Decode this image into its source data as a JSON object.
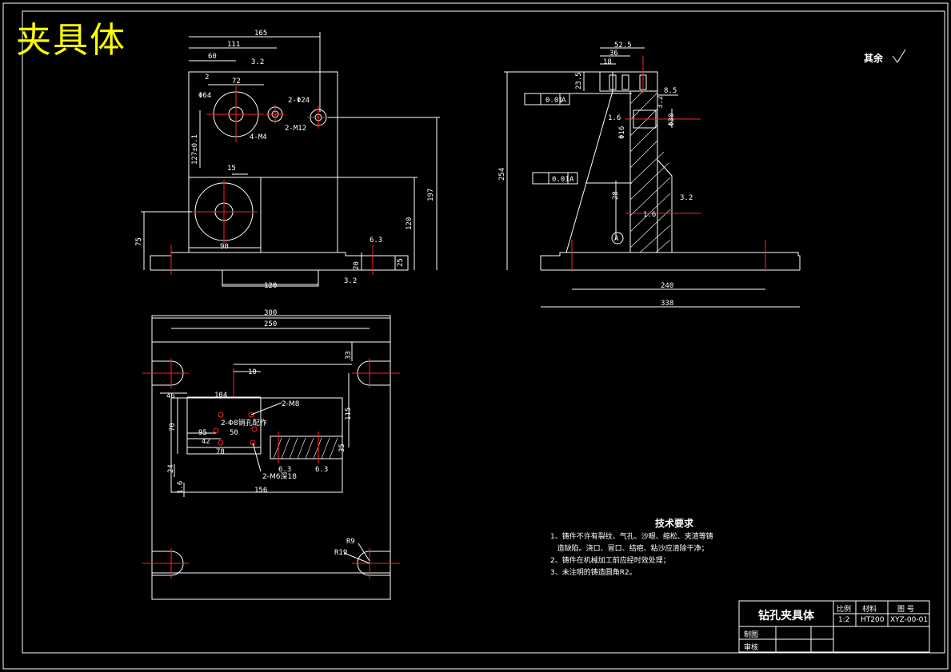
{
  "title_big": "夹具体",
  "surface_note": "其余",
  "front_view": {
    "dims": [
      "165",
      "111",
      "60",
      "2",
      "72",
      "3.2",
      "Φ64",
      "2-Φ24",
      "2-M12",
      "4-M4",
      "127±0.1",
      "15",
      "90",
      "75",
      "197",
      "120",
      "6.3",
      "20",
      "25",
      "120",
      "3.2"
    ]
  },
  "side_view": {
    "dims": [
      "52.5",
      "36",
      "18",
      "23.5",
      "8.5",
      "3.2",
      "Φ30",
      "Φ16",
      "1.6",
      "254",
      "28",
      "3.2",
      "1.6",
      "240",
      "338"
    ],
    "tolerance_1": "0.01",
    "tolerance_2": "0.01",
    "datum": "A"
  },
  "top_view": {
    "dims": [
      "300",
      "250",
      "33",
      "10",
      "46",
      "104",
      "2-M8",
      "70",
      "2-Φ8销孔配作",
      "95",
      "50",
      "42",
      "78",
      "24",
      "1.6",
      "2-M6深18",
      "156",
      "115",
      "35",
      "6.3",
      "6.3",
      "R9",
      "R19"
    ]
  },
  "tech_req": {
    "heading": "技术要求",
    "items": [
      "1、铸件不许有裂纹、气孔、沙眼、缩松、夹渣等铸",
      "   造缺陷。浇口、冒口、结疤、粘沙应清除干净；",
      "2、铸件在机械加工前应经时效处理；",
      "3、未注明的铸造圆角R2。"
    ]
  },
  "title_block": {
    "name": "钻孔夹具体",
    "h_scale": "比例",
    "h_material": "材料",
    "h_drawing_no": "图 号",
    "scale": "1:2",
    "material": "HT200",
    "drawing_no": "XYZ-00-01",
    "drawn": "制图",
    "checked": "审核"
  }
}
